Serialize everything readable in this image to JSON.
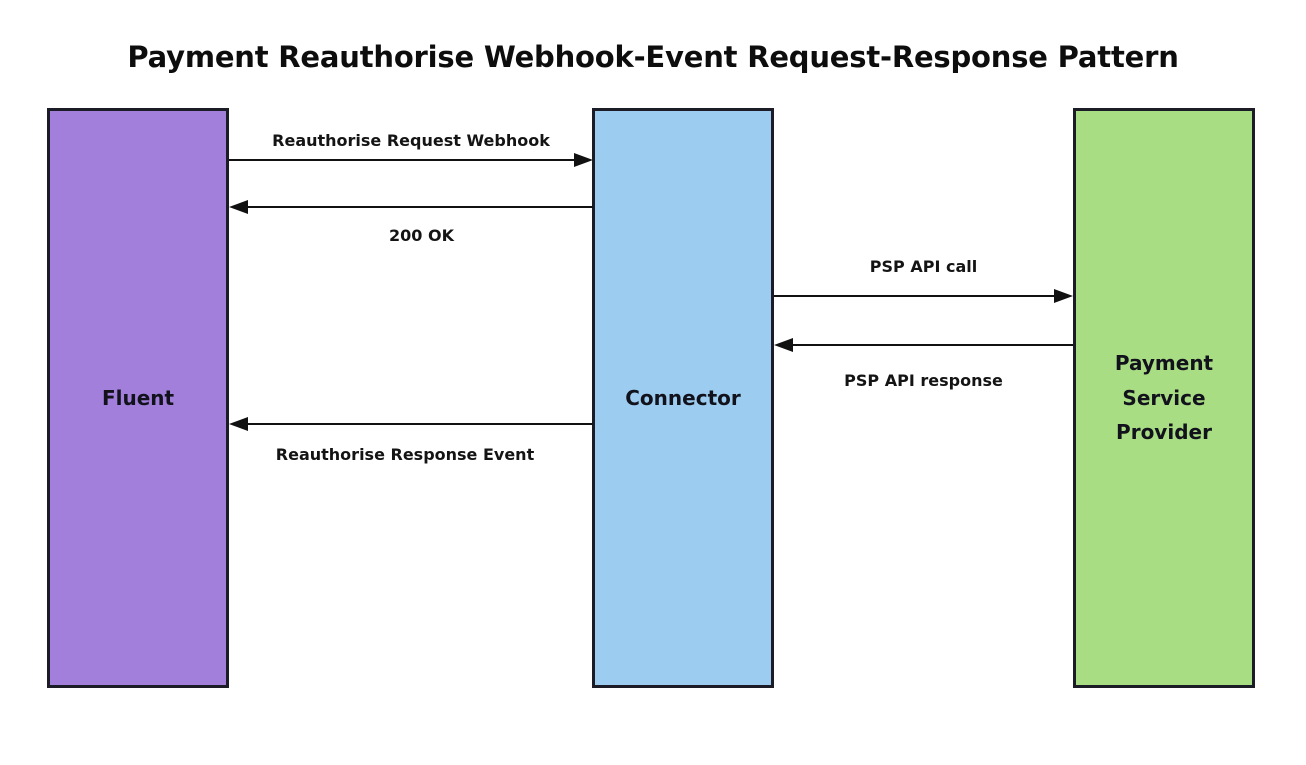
{
  "diagram": {
    "title": "Payment Reauthorise Webhook-Event Request-Response Pattern",
    "type": "sequence-diagram",
    "background_color": "#ffffff",
    "lanes": [
      {
        "id": "fluent",
        "label": "Fluent",
        "fill_color": "#a17fda",
        "border_color": "#1c1c26"
      },
      {
        "id": "connector",
        "label": "Connector",
        "fill_color": "#9ccdf0",
        "border_color": "#1c1c26"
      },
      {
        "id": "psp",
        "label": "Payment\nService\nProvider",
        "fill_color": "#a9dd83",
        "border_color": "#1c1c26"
      }
    ],
    "messages": [
      {
        "id": "reauthorise-request-webhook",
        "label": "Reauthorise Request Webhook",
        "from": "fluent",
        "to": "connector",
        "direction": "right",
        "label_position": "above"
      },
      {
        "id": "200-ok",
        "label": "200 OK",
        "from": "connector",
        "to": "fluent",
        "direction": "left",
        "label_position": "below"
      },
      {
        "id": "psp-api-call",
        "label": "PSP API call",
        "from": "connector",
        "to": "psp",
        "direction": "right",
        "label_position": "above"
      },
      {
        "id": "psp-api-response",
        "label": "PSP API response",
        "from": "psp",
        "to": "connector",
        "direction": "left",
        "label_position": "below"
      },
      {
        "id": "reauthorise-response-event",
        "label": "Reauthorise Response Event",
        "from": "connector",
        "to": "fluent",
        "direction": "left",
        "label_position": "below"
      }
    ]
  }
}
